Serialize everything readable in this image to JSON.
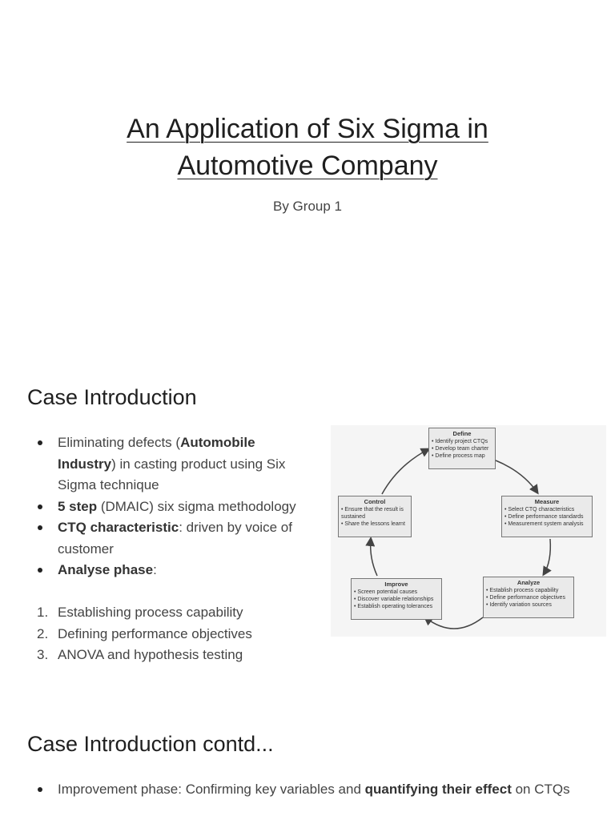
{
  "title_line1": "An Application of Six Sigma in",
  "title_line2": "Automotive Company",
  "subtitle": "By Group 1",
  "section1": {
    "heading": "Case Introduction",
    "bullet1": {
      "pre": "Eliminating defects (",
      "bold": "Automobile Industry",
      "post": ") in casting product using Six Sigma technique"
    },
    "bullet2": {
      "bold": "5 step",
      "post": " (DMAIC) six sigma methodology"
    },
    "bullet3": {
      "bold": "CTQ characteristic",
      "post": ": driven by voice of customer"
    },
    "bullet4": {
      "bold": "Analyse phase",
      "post": ":"
    },
    "numbered": [
      {
        "num": "1.",
        "text": "Establishing process capability"
      },
      {
        "num": "2.",
        "text": "Defining performance objectives"
      },
      {
        "num": "3.",
        "text": "ANOVA and hypothesis testing"
      }
    ]
  },
  "section2": {
    "heading": "Case Introduction contd...",
    "bullet1": {
      "pre": "Improvement phase: Confirming key variables and ",
      "bold": "quantifying their effect",
      "post": " on CTQs"
    }
  },
  "diagram": {
    "define": {
      "title": "Define",
      "items": [
        "• Identify project CTQs",
        "• Develop team charter",
        "• Define process map"
      ]
    },
    "measure": {
      "title": "Measure",
      "items": [
        "• Select CTQ characteristics",
        "• Define performance standards",
        "• Measurement system analysis"
      ]
    },
    "analyze": {
      "title": "Analyze",
      "items": [
        "• Establish process capability",
        "• Define performance objectives",
        "• Identify variation sources"
      ]
    },
    "improve": {
      "title": "Improve",
      "items": [
        "• Screen potential causes",
        "• Discover variable relationships",
        "• Establish operating tolerances"
      ]
    },
    "control": {
      "title": "Control",
      "items": [
        "• Ensure that the result is",
        "sustained",
        "• Share the lessons learnt"
      ]
    }
  }
}
